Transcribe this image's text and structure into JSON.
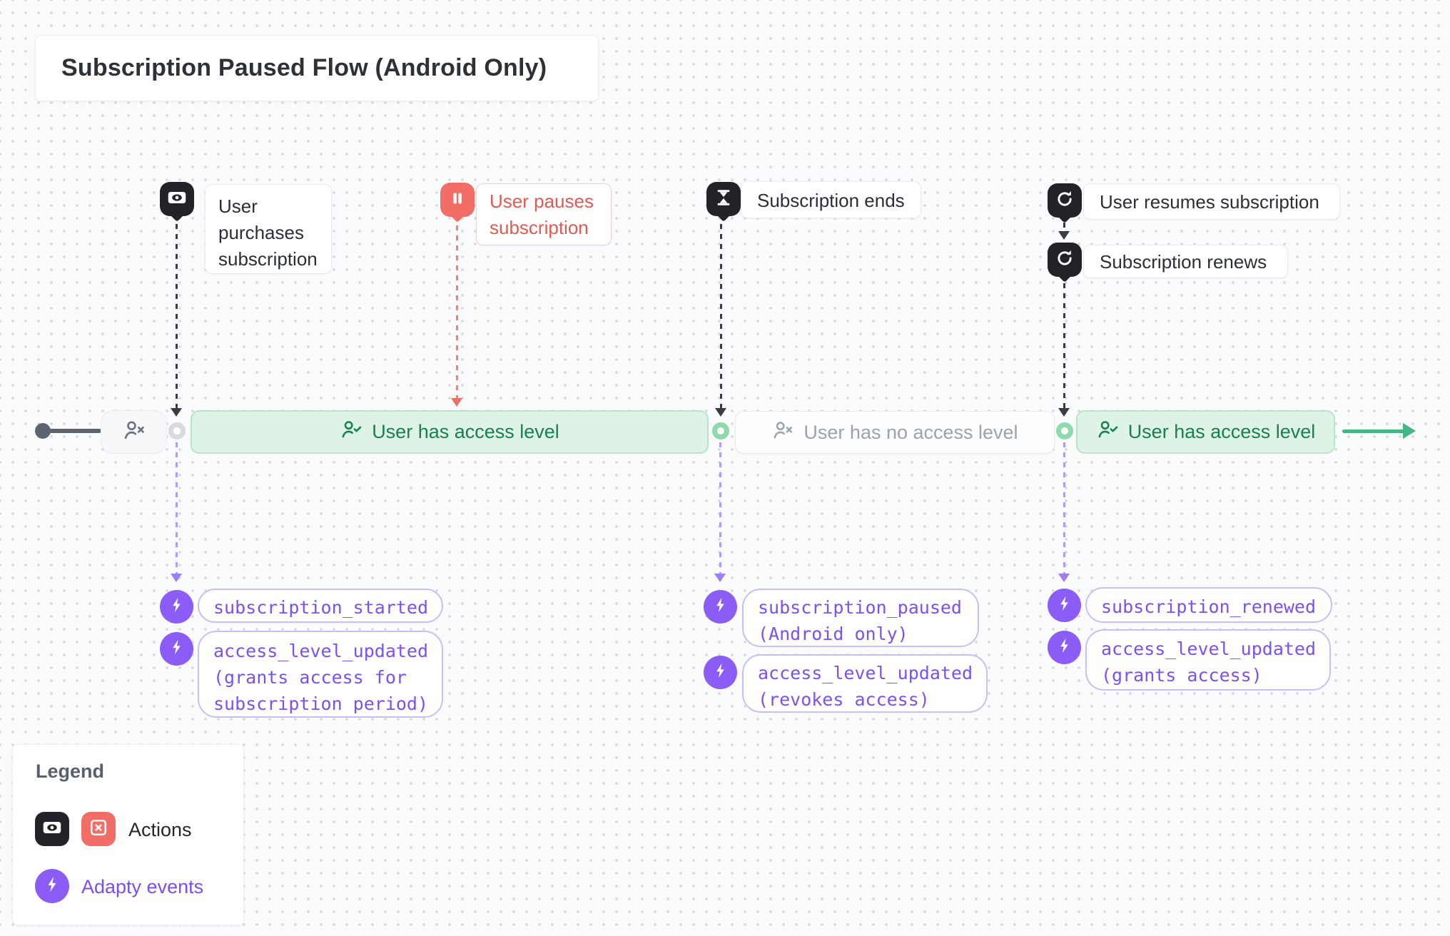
{
  "title": "Subscription Paused Flow (Android Only)",
  "colors": {
    "background": "#fafbfc",
    "dark_icon": "#212329",
    "red_icon": "#f26d66",
    "red_text": "#e25a52",
    "green_fill": "#ddf3e5",
    "green_border": "#b9e4ca",
    "green_text": "#1a7f4f",
    "green_accent": "#46b585",
    "purple_icon": "#8b5cf6",
    "purple_text": "#7c50f2",
    "purple_border": "#cbbdf8",
    "gray_text": "#9ba3ad",
    "timeline_dark": "#5b6470"
  },
  "markers": {
    "purchase": {
      "icon": "banknote-icon",
      "lines": [
        "User",
        "purchases",
        "subscription"
      ]
    },
    "pause": {
      "icon": "pause-icon",
      "lines": [
        "User pauses",
        "subscription"
      ]
    },
    "ends": {
      "icon": "hourglass-icon",
      "label": "Subscription ends"
    },
    "resume": {
      "icon": "rotate-cw-icon",
      "label": "User resumes subscription"
    },
    "renews": {
      "icon": "rotate-cw-icon",
      "label": "Subscription renews"
    }
  },
  "timeline": {
    "states": [
      {
        "type": "access",
        "icon": "user-check-icon",
        "label": "User has access level"
      },
      {
        "type": "no-access",
        "icon": "user-x-icon",
        "label": "User has no access level"
      },
      {
        "type": "access",
        "icon": "user-check-icon",
        "label": "User has access level"
      }
    ]
  },
  "events": {
    "g1": [
      {
        "lines": [
          "subscription_started"
        ]
      },
      {
        "lines": [
          "access_level_updated",
          "(grants access for",
          "subscription period)"
        ]
      }
    ],
    "g2": [
      {
        "lines": [
          "subscription_paused",
          "(Android only)"
        ]
      },
      {
        "lines": [
          "access_level_updated",
          "(revokes access)"
        ]
      }
    ],
    "g3": [
      {
        "lines": [
          "subscription_renewed"
        ]
      },
      {
        "lines": [
          "access_level_updated",
          "(grants access)"
        ]
      }
    ]
  },
  "legend": {
    "heading": "Legend",
    "actions_label": "Actions",
    "events_label": "Adapty events"
  }
}
